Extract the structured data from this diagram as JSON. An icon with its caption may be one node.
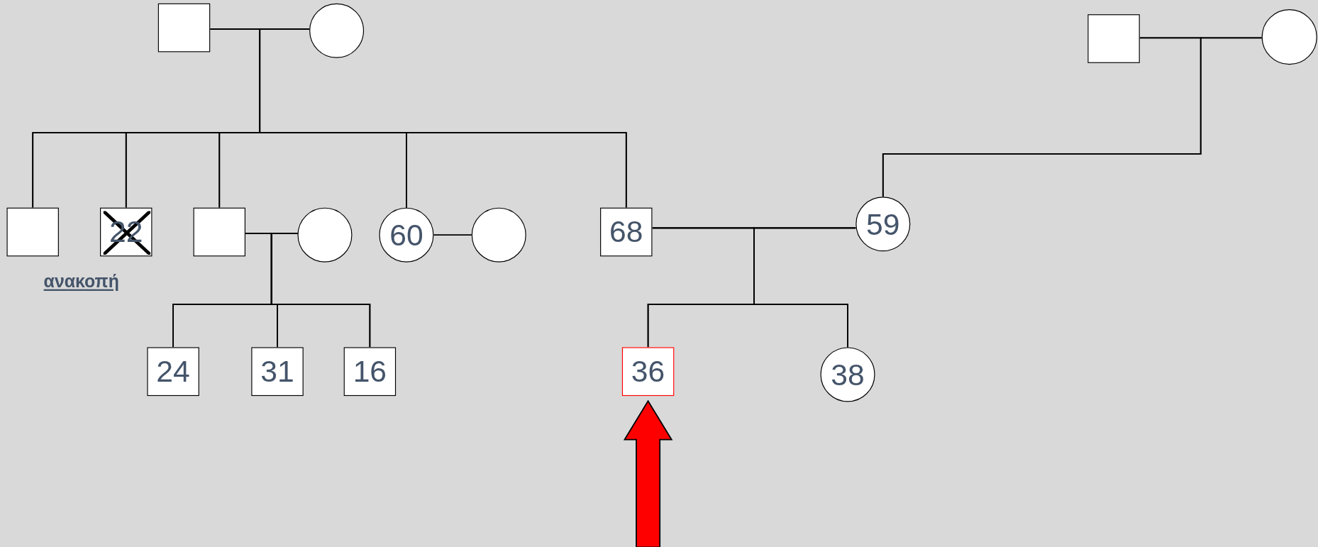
{
  "diagram": {
    "nodes": [
      {
        "text": [],
        "shape": "box"
      },
      {
        "text": [],
        "shape": "circle"
      },
      {
        "text": [],
        "shape": "box"
      },
      {
        "text": [],
        "shape": "circle"
      },
      {
        "text": [],
        "shape": "box"
      },
      {
        "text": [
          "22"
        ],
        "beside": [
          "ανακοπή"
        ]
      },
      {
        "text": [],
        "shape": "box"
      },
      {
        "text": [],
        "shape": "circle"
      },
      {
        "text": [
          "60"
        ]
      },
      {
        "text": [],
        "shape": "circle"
      },
      {
        "text": [
          "68"
        ]
      },
      {
        "text": [
          "59"
        ]
      },
      {
        "text": [
          "24"
        ]
      },
      {
        "text": [
          "31"
        ]
      },
      {
        "text": [
          "16"
        ]
      },
      {
        "text": [
          "36"
        ]
      },
      {
        "text": [
          "38"
        ]
      }
    ],
    "edges": [
      {
        "from": 0,
        "to": 1,
        "arrow": "none"
      },
      {
        "from": 2,
        "to": 3,
        "arrow": "none"
      },
      {
        "from": 0,
        "to": 4,
        "arrow": "none"
      },
      {
        "from": 1,
        "to": 4,
        "arrow": "none"
      },
      {
        "from": 0,
        "to": 5,
        "arrow": "none"
      },
      {
        "from": 1,
        "to": 5,
        "arrow": "none"
      },
      {
        "from": 0,
        "to": 6,
        "arrow": "none"
      },
      {
        "from": 1,
        "to": 6,
        "arrow": "none"
      },
      {
        "from": 0,
        "to": 8,
        "arrow": "none"
      },
      {
        "from": 1,
        "to": 8,
        "arrow": "none"
      },
      {
        "from": 0,
        "to": 10,
        "arrow": "none"
      },
      {
        "from": 1,
        "to": 10,
        "arrow": "none"
      },
      {
        "from": 6,
        "to": 7,
        "arrow": "none"
      },
      {
        "from": 8,
        "to": 9,
        "arrow": "none"
      },
      {
        "from": 10,
        "to": 11,
        "arrow": "none"
      },
      {
        "from": 2,
        "to": 11,
        "arrow": "none"
      },
      {
        "from": 3,
        "to": 11,
        "arrow": "none"
      },
      {
        "from": 6,
        "to": 12,
        "arrow": "none"
      },
      {
        "from": 7,
        "to": 12,
        "arrow": "none"
      },
      {
        "from": 6,
        "to": 13,
        "arrow": "none"
      },
      {
        "from": 7,
        "to": 13,
        "arrow": "none"
      },
      {
        "from": 6,
        "to": 14,
        "arrow": "none"
      },
      {
        "from": 7,
        "to": 14,
        "arrow": "none"
      },
      {
        "from": 10,
        "to": 15,
        "arrow": "none"
      },
      {
        "from": 11,
        "to": 15,
        "arrow": "none"
      },
      {
        "from": 10,
        "to": 16,
        "arrow": "none"
      },
      {
        "from": 11,
        "to": 16,
        "arrow": "none"
      },
      {
        "from": null,
        "to": 15,
        "arrow": "to",
        "style": "thick",
        "color": "#ff0000"
      }
    ]
  }
}
